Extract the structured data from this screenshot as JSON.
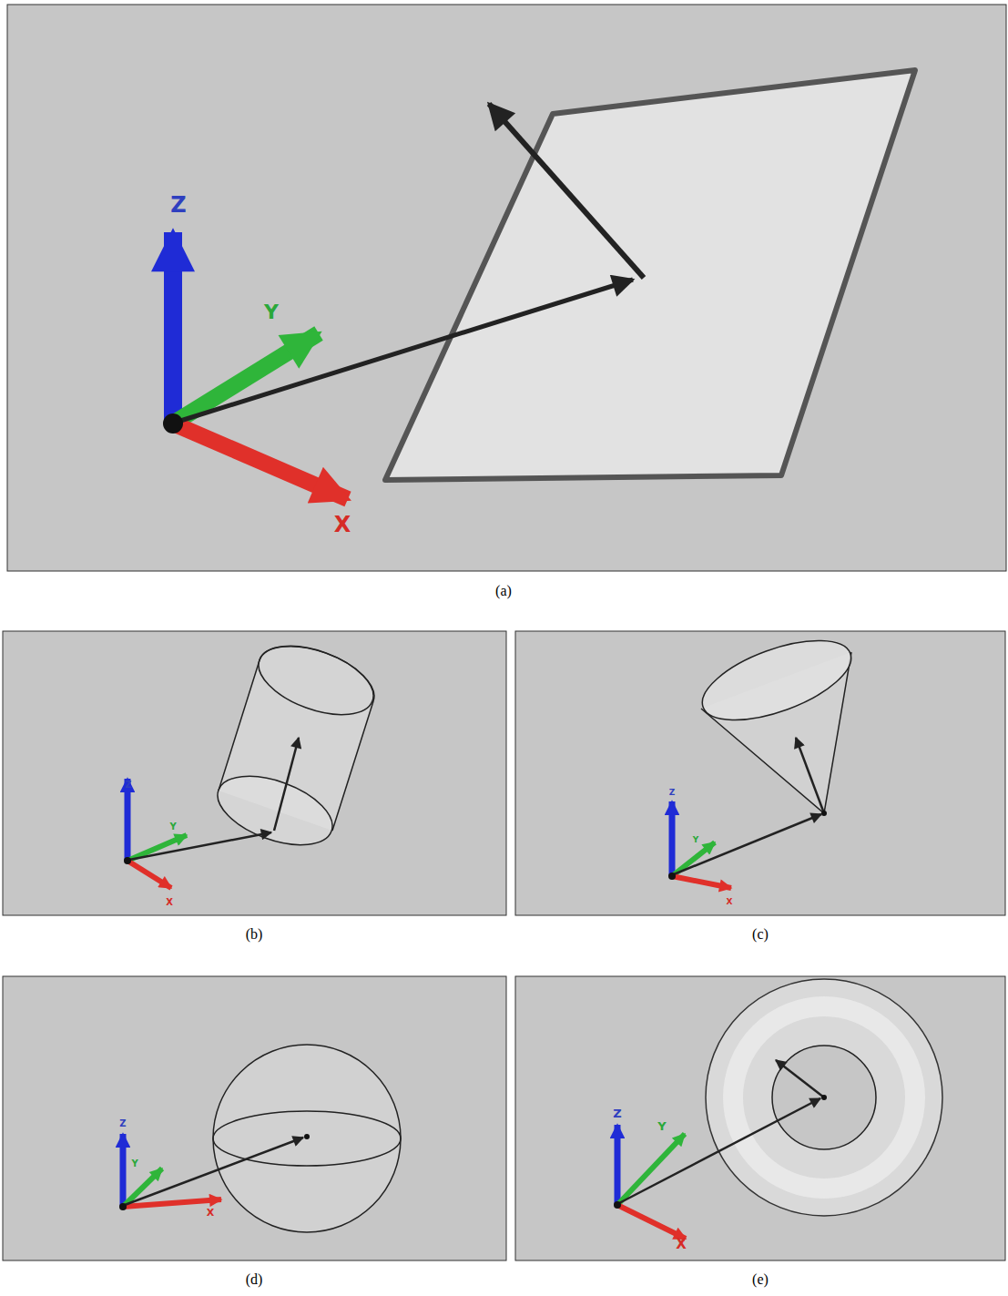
{
  "diagram": {
    "labels": [
      "Z",
      "Y",
      "X",
      "(a)",
      "Z",
      "Y",
      "X",
      "Z",
      "Y",
      "X",
      "(b)",
      "(c)",
      "Z",
      "Y",
      "X",
      "Z",
      "Y",
      "X",
      "(d)",
      "(e)"
    ]
  }
}
